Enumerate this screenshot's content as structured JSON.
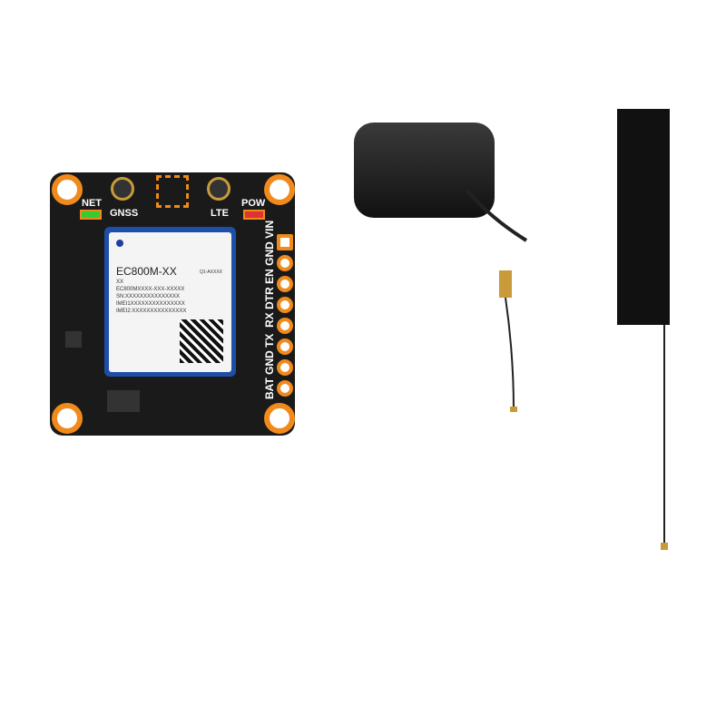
{
  "board": {
    "net": "NET",
    "gnss": "GNSS",
    "lte": "LTE",
    "pow": "POW",
    "pins": "BAT GND TX  RX DTR EN GND VIN"
  },
  "module": {
    "model": "EC800M-XX",
    "batch": "Q1-AXXXX",
    "line1": "XX",
    "line2": "EC800MXXXX-XXX-XXXXX",
    "line3": "SN:XXXXXXXXXXXXXXX",
    "line4": "IMEI1XXXXXXXXXXXXXXX",
    "line5": "IMEI2:XXXXXXXXXXXXXXX"
  },
  "colors": {
    "pcb": "#1a1a1a",
    "accent": "#f08a1c",
    "module": "#1e4fa8"
  }
}
